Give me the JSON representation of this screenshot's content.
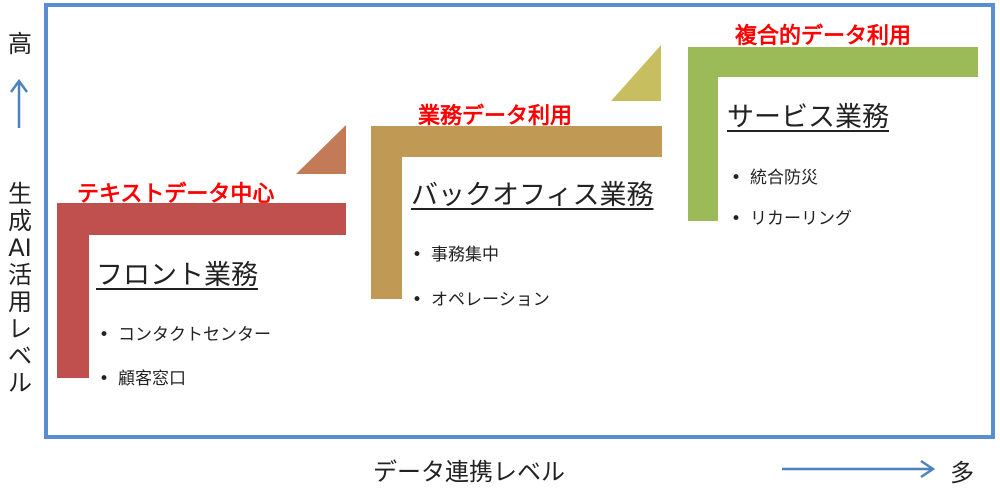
{
  "axes": {
    "y_high": "高",
    "y_label": "生成AI活用レベル",
    "x_label": "データ連携レベル",
    "x_high": "多"
  },
  "stages": [
    {
      "level_label": "テキストデータ中心",
      "title": "フロント業務",
      "items": [
        "コンタクトセンター",
        "顧客窓口"
      ],
      "color": "#c0504d",
      "tip_color": "#c27a57"
    },
    {
      "level_label": "業務データ利用",
      "title": "バックオフィス業務",
      "items": [
        "事務集中",
        "オペレーション"
      ],
      "color": "#c09a55",
      "tip_color": "#c6be5f"
    },
    {
      "level_label": "複合的データ利用",
      "title": "サービス業務",
      "items": [
        "統合防災",
        "リカーリング"
      ],
      "color": "#9bbb59",
      "tip_color": null
    }
  ],
  "colors": {
    "frame": "#5b8ed0",
    "arrow": "#4f81bd",
    "level_text": "#ff0000"
  }
}
